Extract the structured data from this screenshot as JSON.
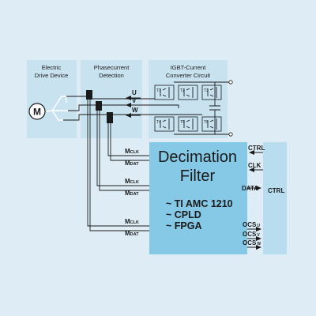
{
  "diagram": {
    "colors": {
      "background": "#deedf5",
      "block_panel": "#c9e2f0",
      "filter_box": "#86c9e6",
      "ctrl_panel": "#b8ddef",
      "wire": "#1a1a1a"
    },
    "panels": {
      "electric_drive": [
        "Electric",
        "Drive Device"
      ],
      "phasecurrent": [
        "Phasecurrent",
        "Detection"
      ],
      "igbt": [
        "IGBT-Current",
        "Converter Circuit"
      ]
    },
    "motor_label": "M",
    "phases": [
      "U",
      "V",
      "W"
    ],
    "igbt_labels": [
      "T1",
      "T2",
      "T3",
      "T4",
      "T5",
      "T6"
    ],
    "filter": {
      "title_line1": "Decimation",
      "title_line2": "Filter",
      "options": [
        "~ TI AMC 1210",
        "~ CPLD",
        "~ FPGA"
      ]
    },
    "inputs": [
      {
        "main": "M",
        "sub": "CLK"
      },
      {
        "main": "M",
        "sub": "DAT"
      },
      {
        "main": "M",
        "sub": "CLK"
      },
      {
        "main": "M",
        "sub": "DAT"
      },
      {
        "main": "M",
        "sub": "CLK"
      },
      {
        "main": "M",
        "sub": "DAT"
      }
    ],
    "ctrl_signals": [
      "CTRL",
      "CLK",
      "DATA"
    ],
    "ocs": [
      {
        "main": "OCS",
        "sub": "U"
      },
      {
        "main": "OCS",
        "sub": "V"
      },
      {
        "main": "OCS",
        "sub": "W"
      }
    ],
    "ctrl_block": "CTRL"
  }
}
